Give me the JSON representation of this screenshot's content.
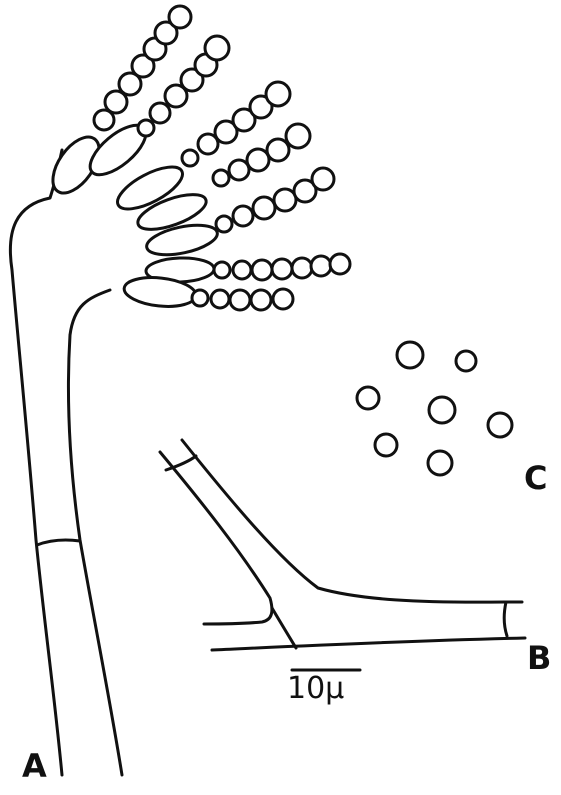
{
  "figure": {
    "labels": {
      "a": "A",
      "b": "B",
      "c": "C"
    },
    "scale_bar": {
      "text": "10μ"
    }
  }
}
